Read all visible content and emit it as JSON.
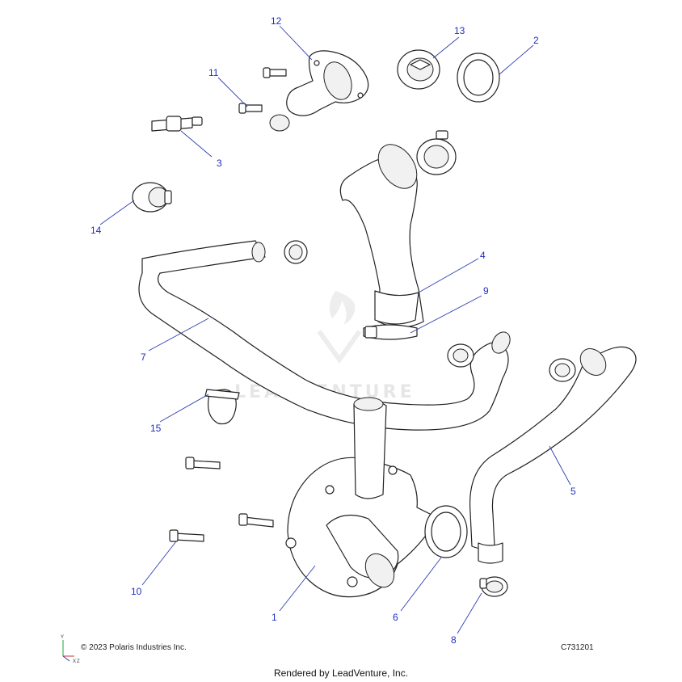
{
  "diagram": {
    "callouts": [
      "1",
      "2",
      "3",
      "4",
      "5",
      "6",
      "7",
      "8",
      "9",
      "10",
      "11",
      "12",
      "13",
      "14",
      "15"
    ],
    "accent_color": "#1f2fbf",
    "watermark": "LEADVENTURE"
  },
  "footer": {
    "copyright": "© 2023 Polaris Industries Inc.",
    "diagram_code": "C731201",
    "axis_labels": [
      "Y",
      "X",
      "Z"
    ]
  },
  "credit": "Rendered by LeadVenture, Inc."
}
